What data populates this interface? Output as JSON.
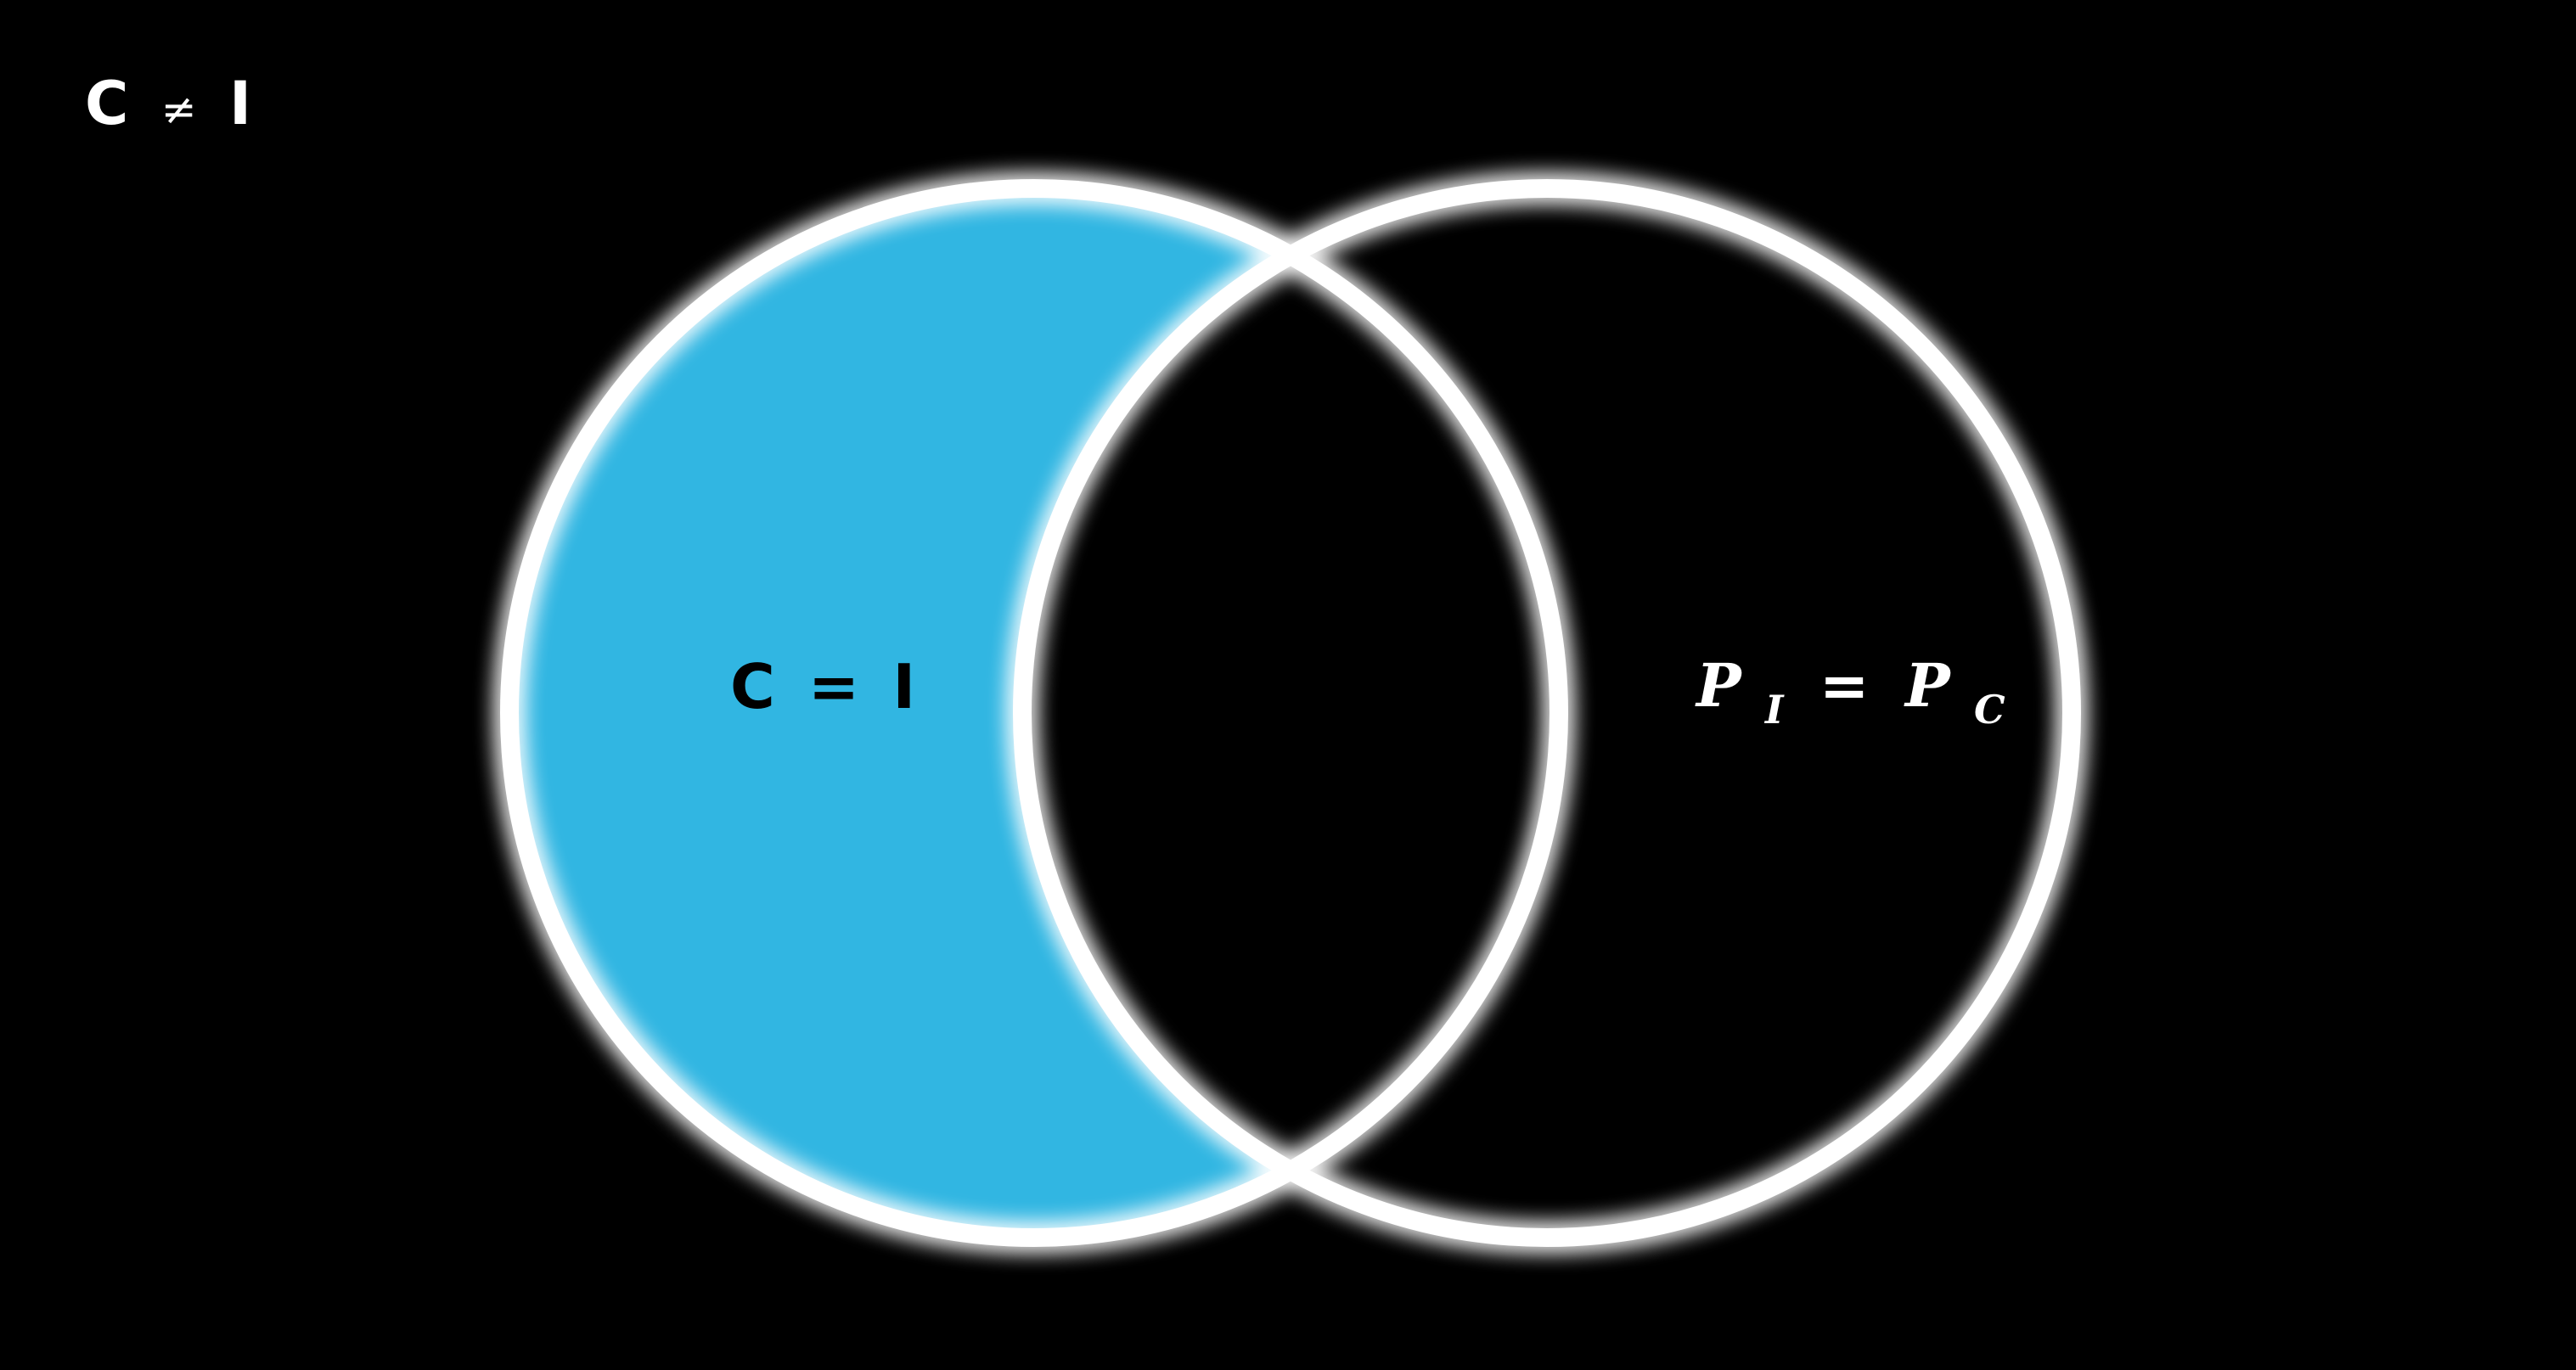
{
  "corner_label": {
    "left": "C",
    "op": "≠",
    "right": "I"
  },
  "left_region_label": {
    "left": "C",
    "op": "=",
    "right": "I"
  },
  "right_region_label": {
    "p1": "P",
    "sub1": "I",
    "op": "=",
    "p2": "P",
    "sub2": "C"
  },
  "colors": {
    "background": "#000000",
    "left_fill": "#31b6e2",
    "circle_stroke": "#ffffff",
    "glow": "#ffffff",
    "left_label_text": "#000000",
    "right_label_text": "#ffffff",
    "corner_label_text": "#ffffff"
  }
}
